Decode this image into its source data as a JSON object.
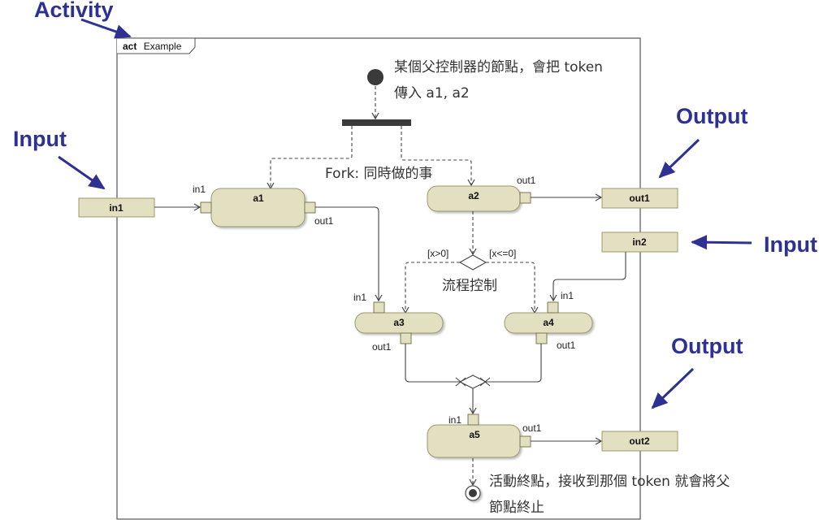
{
  "frame": {
    "keyword": "act",
    "name": "Example"
  },
  "callouts": {
    "activity": "Activity",
    "input_left": "Input",
    "output_top": "Output",
    "input_right": "Input",
    "output_bottom": "Output"
  },
  "colors": {
    "callout": "#2e3192",
    "node_fill": "#e2e0c0",
    "node_stroke": "#9c9a6e",
    "edge": "#444444"
  },
  "parameters": {
    "in1": "in1",
    "out1": "out1",
    "in2": "in2",
    "out2": "out2"
  },
  "actions": [
    {
      "id": "a1",
      "label": "a1",
      "in": "in1",
      "out": "out1"
    },
    {
      "id": "a2",
      "label": "a2",
      "out": "out1"
    },
    {
      "id": "a3",
      "label": "a3",
      "in": "in1",
      "out": "out1"
    },
    {
      "id": "a4",
      "label": "a4",
      "in": "in1",
      "out": "out1"
    },
    {
      "id": "a5",
      "label": "a5",
      "in": "in1",
      "out": "out1"
    }
  ],
  "guards": {
    "left": "[x>0]",
    "right": "[x<=0]"
  },
  "notes": {
    "initial_line1": "某個父控制器的節點，會把 token",
    "initial_line2": "傳入 a1, a2",
    "fork": "Fork: 同時做的事",
    "decision": "流程控制",
    "final_line1": "活動終點，接收到那個 token 就會將父",
    "final_line2": "節點終止"
  }
}
